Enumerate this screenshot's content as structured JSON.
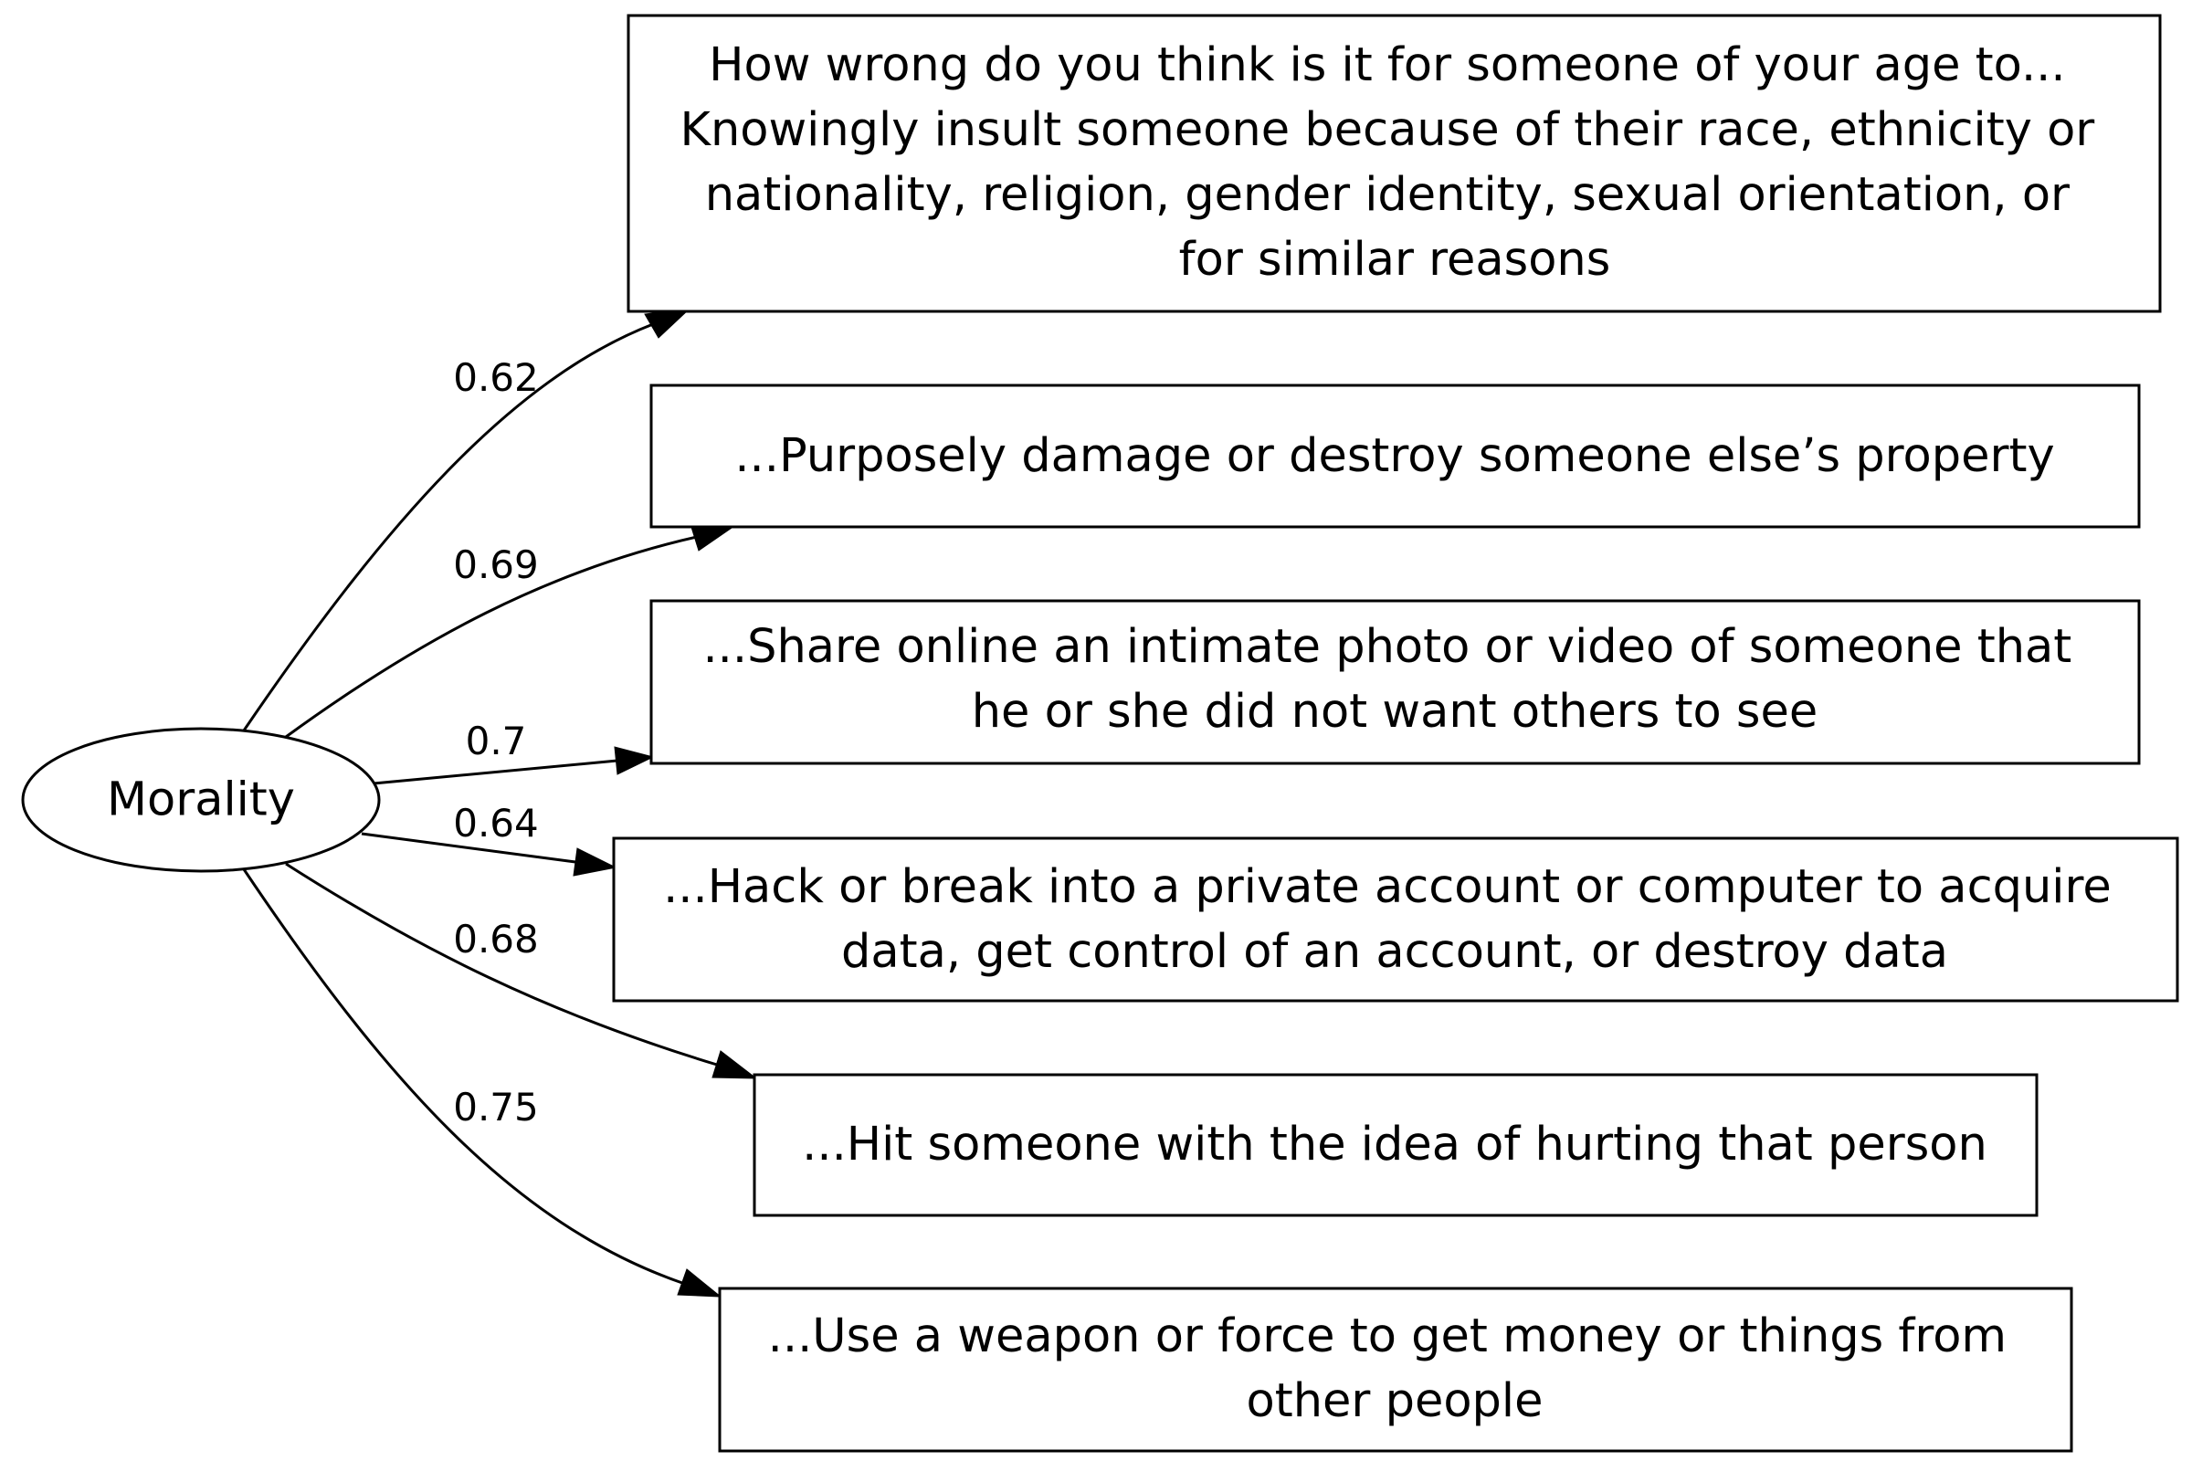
{
  "latent": {
    "label": "Morality"
  },
  "items": [
    {
      "lines": [
        "How wrong do you think is it for someone of your age to...",
        "Knowingly insult someone because of their race, ethnicity or",
        "nationality, religion, gender identity, sexual orientation, or",
        "for similar reasons"
      ],
      "loading": "0.62"
    },
    {
      "lines": [
        "...Purposely damage or destroy someone else’s property"
      ],
      "loading": "0.69"
    },
    {
      "lines": [
        "...Share online an intimate photo or video of someone that",
        "he or she did not want others to see"
      ],
      "loading": "0.7"
    },
    {
      "lines": [
        "...Hack or break into a private account or computer to acquire",
        "data, get control of an account, or destroy data"
      ],
      "loading": "0.64"
    },
    {
      "lines": [
        "...Hit someone with the idea of hurting that person"
      ],
      "loading": "0.68"
    },
    {
      "lines": [
        "...Use a weapon or force to get money or things from",
        "other people"
      ],
      "loading": "0.75"
    }
  ]
}
